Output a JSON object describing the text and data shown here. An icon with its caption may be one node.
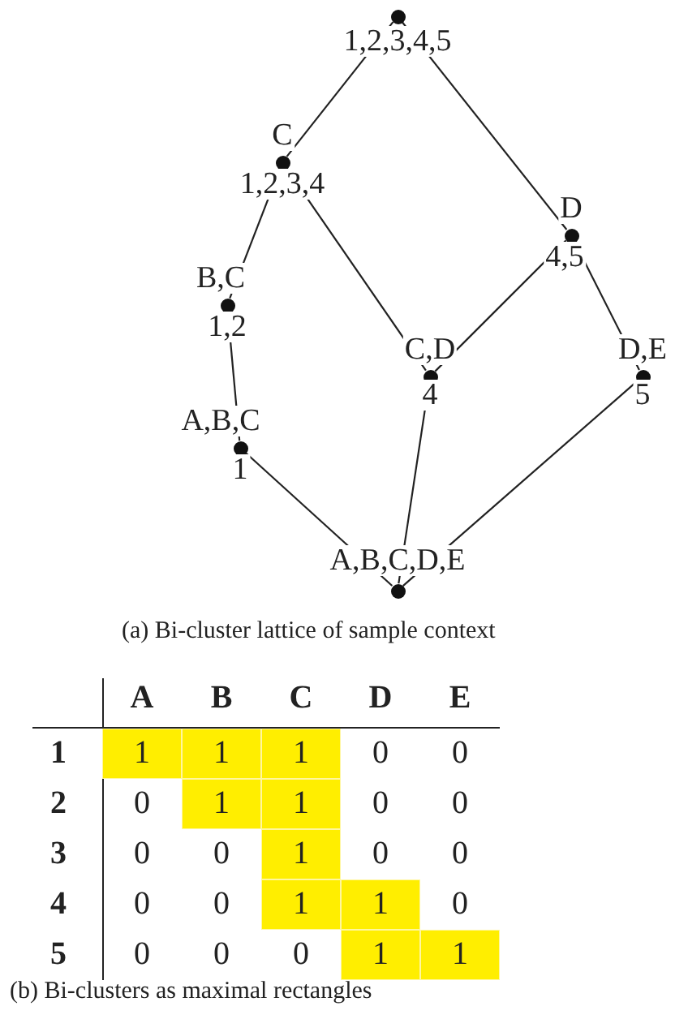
{
  "diagram": {
    "nodes": [
      {
        "text": [
          "1,2,3,4,5"
        ]
      },
      {
        "text": [
          "C",
          "1,2,3,4"
        ]
      },
      {
        "text": [
          "D",
          "4,5"
        ]
      },
      {
        "text": [
          "B,C",
          "1,2"
        ]
      },
      {
        "text": [
          "C,D",
          "4"
        ]
      },
      {
        "text": [
          "D,E",
          "5"
        ]
      },
      {
        "text": [
          "A,B,C",
          "1"
        ]
      },
      {
        "text": [
          "A,B,C,D,E"
        ]
      }
    ],
    "edges": [
      {
        "from": 0,
        "to": 1,
        "arrow": "none"
      },
      {
        "from": 0,
        "to": 2,
        "arrow": "none"
      },
      {
        "from": 1,
        "to": 3,
        "arrow": "none"
      },
      {
        "from": 1,
        "to": 4,
        "arrow": "none"
      },
      {
        "from": 2,
        "to": 4,
        "arrow": "none"
      },
      {
        "from": 2,
        "to": 5,
        "arrow": "none"
      },
      {
        "from": 3,
        "to": 6,
        "arrow": "none"
      },
      {
        "from": 6,
        "to": 7,
        "arrow": "none"
      },
      {
        "from": 4,
        "to": 7,
        "arrow": "none"
      },
      {
        "from": 5,
        "to": 7,
        "arrow": "none"
      }
    ],
    "labels": [
      "(a) Bi-cluster lattice of sample context",
      "A",
      "B",
      "C",
      "D",
      "E",
      "1",
      "1",
      "1",
      "1",
      "0",
      "0",
      "2",
      "0",
      "1",
      "1",
      "0",
      "0",
      "3",
      "0",
      "0",
      "1",
      "0",
      "0",
      "4",
      "0",
      "0",
      "1",
      "1",
      "0",
      "5",
      "0",
      "0",
      "0",
      "1",
      "1",
      "(b) Bi-clusters as maximal rectangles"
    ]
  }
}
